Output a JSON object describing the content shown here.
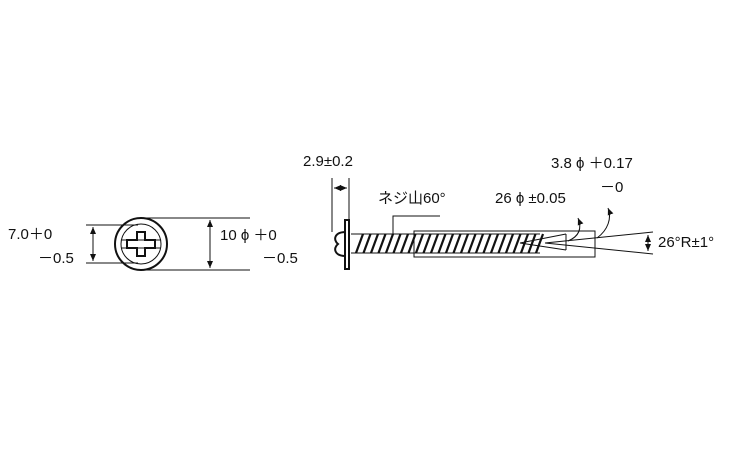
{
  "front_view": {
    "slot_width": {
      "main": "7.0＋0",
      "lower": "－0.5"
    },
    "head_diameter": {
      "main": "10 ϕ ＋0",
      "lower": "－0.5"
    }
  },
  "side_view": {
    "head_height": "2.9±0.2",
    "thread_angle": "ネジ山60°",
    "length": "26 ϕ ±0.05",
    "shank_diameter": {
      "main": "3.8 ϕ ＋0.17",
      "lower": "－0"
    },
    "tip_angle": "26°R±1°"
  }
}
